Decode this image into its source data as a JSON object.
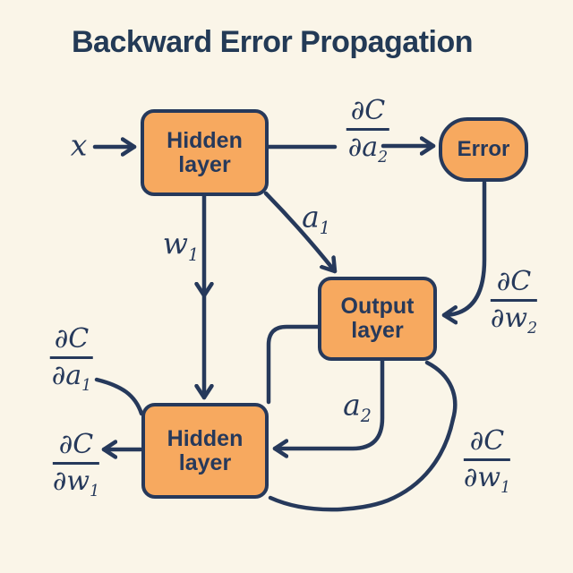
{
  "title": "Backward Error Propagation",
  "colors": {
    "background": "#FAF5E8",
    "node_fill": "#F7A95F",
    "line_and_text": "#26395B",
    "title_text": "#233A56"
  },
  "nodes": {
    "hidden_top": {
      "line1": "Hidden",
      "line2": "layer"
    },
    "error": {
      "label": "Error"
    },
    "output": {
      "line1": "Output",
      "line2": "layer"
    },
    "hidden_bottom": {
      "line1": "Hidden",
      "line2": "layer"
    }
  },
  "edge_labels": {
    "x": {
      "base": "x"
    },
    "w1": {
      "base": "w",
      "sub": "1"
    },
    "a1": {
      "base": "a",
      "sub": "1"
    },
    "a2": {
      "base": "a",
      "sub": "2"
    },
    "dC_da2": {
      "num": "∂C",
      "den": "∂a",
      "den_sub": "2"
    },
    "dC_dw2": {
      "num": "∂C",
      "den": "∂w",
      "den_sub": "2"
    },
    "dC_da1": {
      "num": "∂C",
      "den": "∂a",
      "den_sub": "1"
    },
    "dC_dw1_left": {
      "num": "∂C",
      "den": "∂w",
      "den_sub": "1"
    },
    "dC_dw1_right": {
      "num": "∂C",
      "den": "∂w",
      "den_sub": "1"
    }
  }
}
